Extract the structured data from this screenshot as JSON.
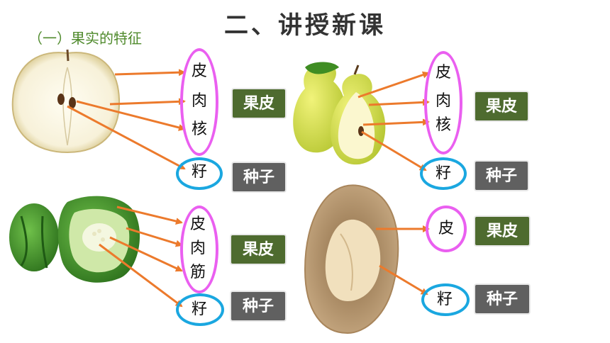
{
  "title": "二、讲授新课",
  "subtitle": "（一）果实的特征",
  "fruits": {
    "apple": {
      "labels": [
        "皮",
        "肉",
        "核"
      ],
      "seed": "籽",
      "tag_peel": "果皮",
      "tag_seed": "种子"
    },
    "pear": {
      "labels": [
        "皮",
        "肉",
        "核"
      ],
      "seed": "籽",
      "tag_peel": "果皮",
      "tag_seed": "种子"
    },
    "pepper": {
      "labels": [
        "皮",
        "肉",
        "筋"
      ],
      "seed": "籽",
      "tag_peel": "果皮",
      "tag_seed": "种子"
    },
    "almond": {
      "labels": [
        "皮"
      ],
      "seed": "籽",
      "tag_peel": "果皮",
      "tag_seed": "种子"
    }
  },
  "colors": {
    "arrow": "#ec7a2c",
    "peel_oval": "#ea5ff0",
    "seed_oval": "#1aa7e0",
    "tag_green": "#4e6b2f",
    "tag_gray": "#606060"
  }
}
